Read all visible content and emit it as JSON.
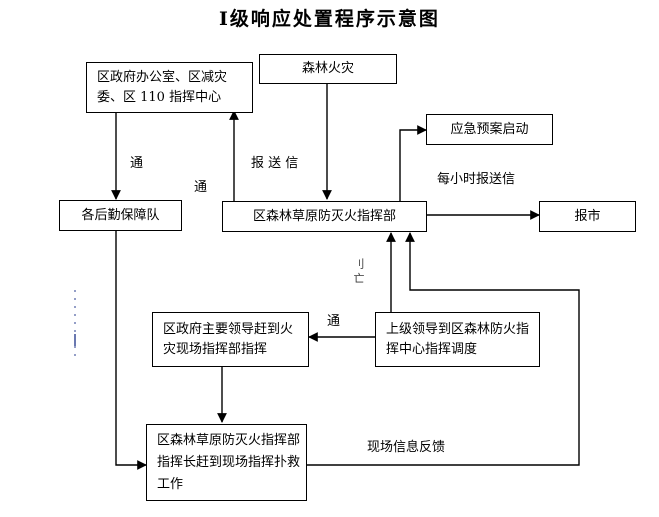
{
  "title": "Ⅰ级响应处置程序示意图",
  "boxes": {
    "district_office": "区政府办公室、区减灾委、区 110 指挥中心",
    "forest_fire": "森林火灾",
    "contingency_plan": "应急预案启动",
    "logistics_team": "各后勤保障队",
    "command_hq": "区森林草原防灭火指挥部",
    "report_city": "报市",
    "district_leader": "区政府主要领导赶到火灾现场指挥部指挥",
    "superior_leader": "上级领导到区森林防火指挥中心指挥调度",
    "commander": "区森林草原防灭火指挥部指挥长赶到现场指挥扑救工作"
  },
  "labels": {
    "notify_1": "通",
    "notify_2": "通",
    "notify_3": "通",
    "report_letter": "报 送 信",
    "hourly_report": "每小时报送信",
    "scene_feedback": "现场信息反馈",
    "fragment_text": "刂 亡"
  }
}
